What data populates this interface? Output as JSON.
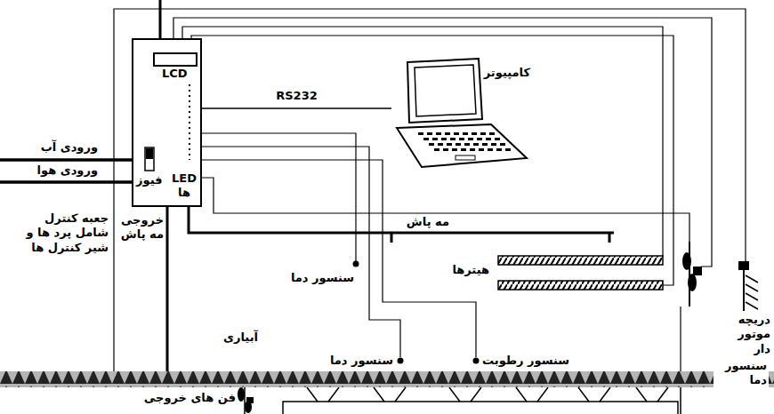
{
  "diagram": {
    "nodes": [
      {
        "text": [
          "فیوز",
          "LED ها"
        ]
      },
      {
        "text": [
          "LCD"
        ],
        "in": 0
      },
      {
        "text": [
          "کامپیوتر"
        ]
      }
    ],
    "edges": [
      {
        "from": 0,
        "to": 2,
        "label": "RS232",
        "arrow": "none"
      }
    ],
    "labels": [
      "ورودی آب",
      "ورودی هوا",
      "جعبه کنترل شامل پرد ها و شیر کنترل ها",
      "خروجی مه پاش",
      "مه پاش",
      "سنسور دما",
      "هیترها",
      "سنسور دما",
      "سنسور رطوبت",
      "دریچه موتور دار",
      "آبیاری",
      "سنسور دما",
      "فن های خروجی"
    ]
  }
}
